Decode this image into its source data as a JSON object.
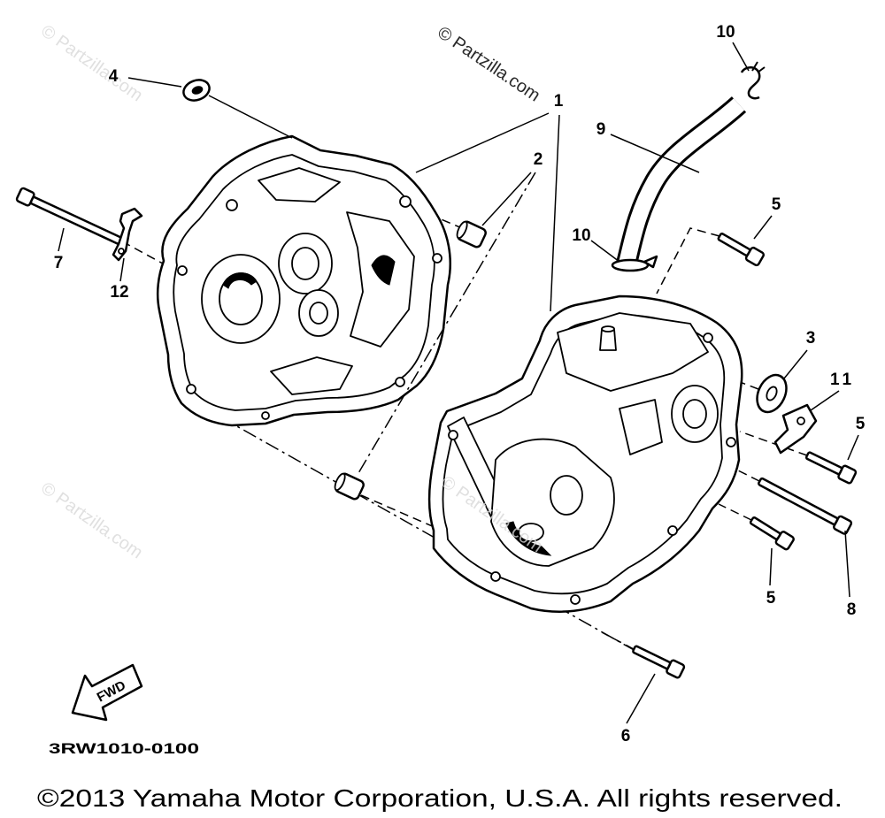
{
  "watermark": "© Partzilla.com",
  "callouts": [
    {
      "label": "1"
    },
    {
      "label": "2"
    },
    {
      "label": "3"
    },
    {
      "label": "4"
    },
    {
      "label": "5"
    },
    {
      "label": "5"
    },
    {
      "label": "5"
    },
    {
      "label": "6"
    },
    {
      "label": "7"
    },
    {
      "label": "8"
    },
    {
      "label": "9"
    },
    {
      "label": "10"
    },
    {
      "label": "10"
    },
    {
      "label": "11"
    },
    {
      "label": "12"
    }
  ],
  "fwd_label": "FWD",
  "diagram_code": "3RW1010-0100",
  "copyright": "©2013 Yamaha Motor Corporation, U.S.A. All rights reserved."
}
